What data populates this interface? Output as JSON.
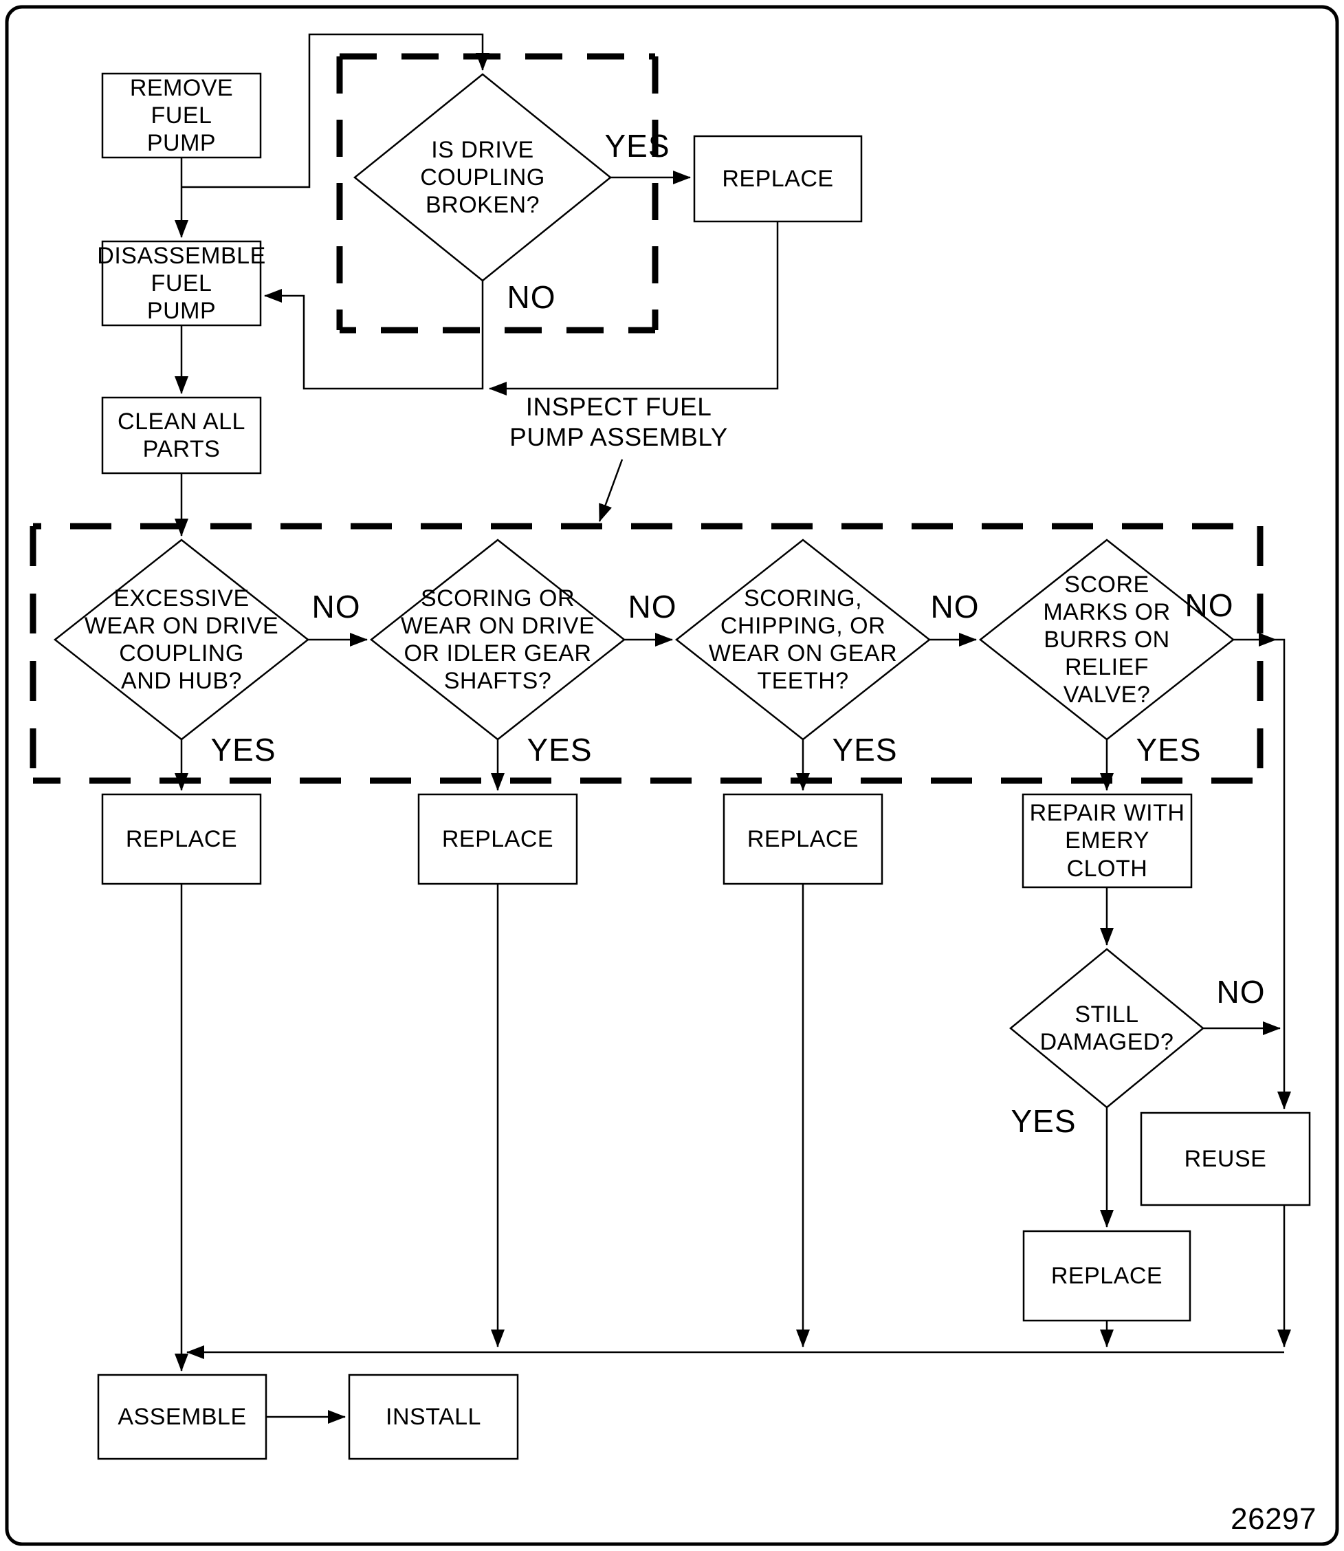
{
  "figure": {
    "number": "26297"
  },
  "colors": {
    "line": "#000000",
    "background": "#ffffff"
  },
  "flow": {
    "steps": {
      "remove": "REMOVE\nFUEL\nPUMP",
      "disassemble": "DISASSEMBLE\nFUEL\nPUMP",
      "clean": "CLEAN ALL\nPARTS",
      "assemble": "ASSEMBLE",
      "install": "INSTALL"
    },
    "decisions": {
      "coupling_broken": "IS DRIVE\nCOUPLING\nBROKEN?",
      "wear_hub": "EXCESSIVE\nWEAR ON DRIVE\nCOUPLING\nAND HUB?",
      "wear_shafts": "SCORING OR\nWEAR ON DRIVE\nOR IDLER GEAR\nSHAFTS?",
      "wear_teeth": "SCORING,\nCHIPPING, OR\nWEAR ON GEAR\nTEETH?",
      "burrs_valve": "SCORE\nMARKS OR\nBURRS ON\nRELIEF\nVALVE?",
      "still_damaged": "STILL\nDAMAGED?"
    },
    "outcomes": {
      "replace_coupling": "REPLACE",
      "replace_hub": "REPLACE",
      "replace_shafts": "REPLACE",
      "replace_teeth": "REPLACE",
      "repair_emery": "REPAIR WITH\nEMERY\nCLOTH",
      "reuse": "REUSE",
      "replace_valve": "REPLACE"
    },
    "labels": {
      "yes": "YES",
      "no": "NO",
      "inspect": "INSPECT FUEL\nPUMP ASSEMBLY"
    }
  }
}
